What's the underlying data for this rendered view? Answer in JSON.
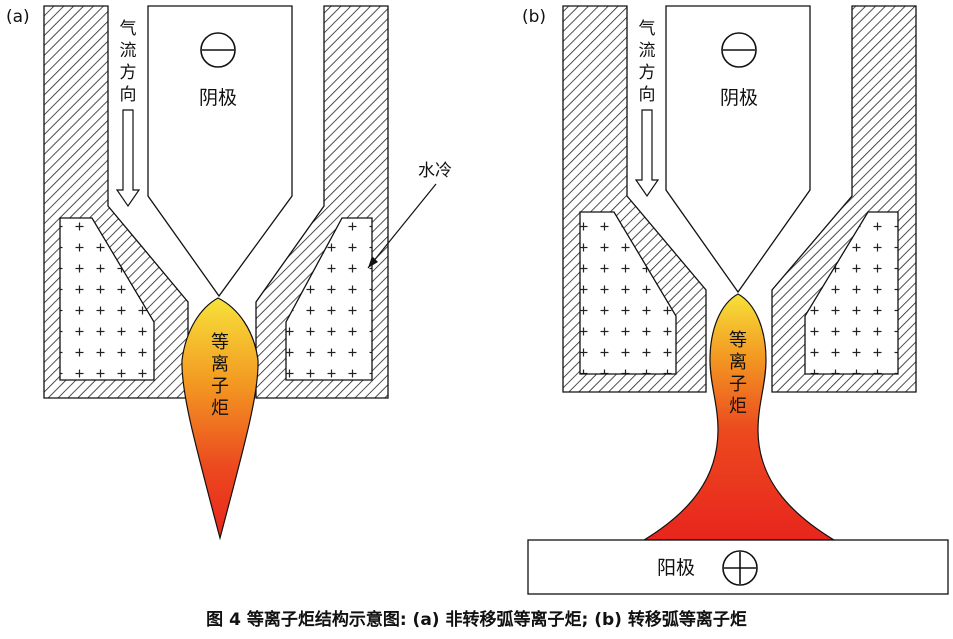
{
  "panel_a": {
    "tag": "(a)",
    "gas_direction": [
      "气",
      "流",
      "方",
      "向"
    ],
    "cathode": "阴极",
    "water_cooling": "水冷",
    "plasma_torch": [
      "等",
      "离",
      "子",
      "炬"
    ]
  },
  "panel_b": {
    "tag": "(b)",
    "gas_direction": [
      "气",
      "流",
      "方",
      "向"
    ],
    "cathode": "阴极",
    "plasma_torch": [
      "等",
      "离",
      "子",
      "炬"
    ],
    "anode": "阳极"
  },
  "caption": "图 4    等离子炬结构示意图: (a) 非转移弧等离子炬; (b) 转移弧等离子炬",
  "colors": {
    "plasma_top": "#f7e23a",
    "plasma_mid": "#f39a22",
    "plasma_bottom": "#e8251d",
    "outline": "#111111"
  }
}
